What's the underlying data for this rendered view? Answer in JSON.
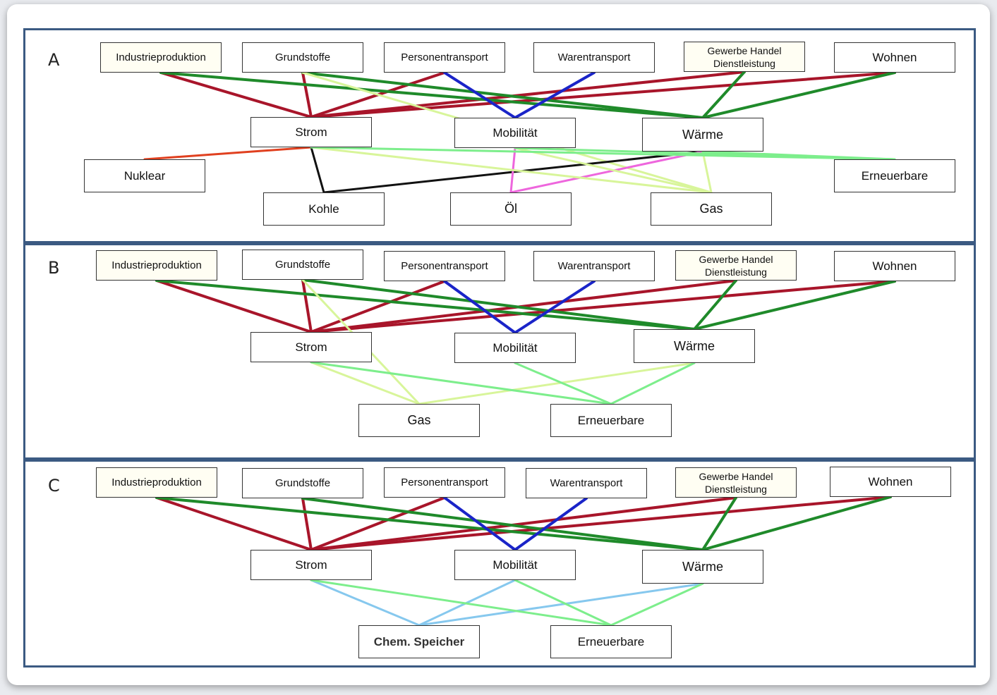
{
  "panels": [
    {
      "id": "A",
      "label": "A",
      "nodes": {
        "industrie": "Industrieproduktion",
        "grundstoffe": "Grundstoffe",
        "personen": "Personentransport",
        "waren": "Warentransport",
        "gewerbe": "Gewerbe  Handel\nDienstleistung",
        "wohnen": "Wohnen",
        "strom": "Strom",
        "mobilitaet": "Mobilität",
        "waerme": "Wärme",
        "nuklear": "Nuklear",
        "erneuerbare": "Erneuerbare",
        "kohle": "Kohle",
        "oel": "Öl",
        "gas": "Gas"
      }
    },
    {
      "id": "B",
      "label": "B",
      "nodes": {
        "industrie": "Industrieproduktion",
        "grundstoffe": "Grundstoffe",
        "personen": "Personentransport",
        "waren": "Warentransport",
        "gewerbe": "Gewerbe  Handel\nDienstleistung",
        "wohnen": "Wohnen",
        "strom": "Strom",
        "mobilitaet": "Mobilität",
        "waerme": "Wärme",
        "gas": "Gas",
        "erneuerbare": "Erneuerbare"
      }
    },
    {
      "id": "C",
      "label": "C",
      "nodes": {
        "industrie": "Industrieproduktion",
        "grundstoffe": "Grundstoffe",
        "personen": "Personentransport",
        "waren": "Warentransport",
        "gewerbe": "Gewerbe  Handel\nDienstleistung",
        "wohnen": "Wohnen",
        "strom": "Strom",
        "mobilitaet": "Mobilität",
        "waerme": "Wärme",
        "chem": "Chem. Speicher",
        "erneuerbare": "Erneuerbare"
      }
    }
  ],
  "colors": {
    "electricity": "#a8152a",
    "heat": "#1f8a2a",
    "mobility": "#1a24c8",
    "nuclear": "#e0401f",
    "coal": "#111111",
    "oil": "#ee66dd",
    "gas": "#d8f59a",
    "renewables": "#7dee8c",
    "chemical_storage": "#86c8ee",
    "panel_border": "#3b5a82"
  },
  "edges": {
    "A": [
      [
        "industrie",
        "strom",
        "electricity"
      ],
      [
        "grundstoffe",
        "strom",
        "electricity"
      ],
      [
        "personen",
        "strom",
        "electricity"
      ],
      [
        "gewerbe",
        "strom",
        "electricity"
      ],
      [
        "wohnen",
        "strom",
        "electricity"
      ],
      [
        "industrie",
        "waerme",
        "heat"
      ],
      [
        "grundstoffe",
        "waerme",
        "heat"
      ],
      [
        "gewerbe",
        "waerme",
        "heat"
      ],
      [
        "wohnen",
        "waerme",
        "heat"
      ],
      [
        "personen",
        "mobilitaet",
        "mobility"
      ],
      [
        "waren",
        "mobilitaet",
        "mobility"
      ],
      [
        "grundstoffe",
        "gas",
        "gas"
      ],
      [
        "strom",
        "nuklear",
        "nuclear"
      ],
      [
        "strom",
        "kohle",
        "coal"
      ],
      [
        "waerme",
        "kohle",
        "coal"
      ],
      [
        "mobilitaet",
        "oel",
        "oil"
      ],
      [
        "waerme",
        "oel",
        "oil"
      ],
      [
        "strom",
        "gas",
        "gas"
      ],
      [
        "mobilitaet",
        "gas",
        "gas"
      ],
      [
        "waerme",
        "gas",
        "gas"
      ],
      [
        "strom",
        "erneuerbare",
        "renewables"
      ],
      [
        "mobilitaet",
        "erneuerbare",
        "renewables"
      ],
      [
        "waerme",
        "erneuerbare",
        "renewables"
      ]
    ],
    "B": [
      [
        "industrie",
        "strom",
        "electricity"
      ],
      [
        "grundstoffe",
        "strom",
        "electricity"
      ],
      [
        "personen",
        "strom",
        "electricity"
      ],
      [
        "gewerbe",
        "strom",
        "electricity"
      ],
      [
        "wohnen",
        "strom",
        "electricity"
      ],
      [
        "industrie",
        "waerme",
        "heat"
      ],
      [
        "grundstoffe",
        "waerme",
        "heat"
      ],
      [
        "gewerbe",
        "waerme",
        "heat"
      ],
      [
        "wohnen",
        "waerme",
        "heat"
      ],
      [
        "personen",
        "mobilitaet",
        "mobility"
      ],
      [
        "waren",
        "mobilitaet",
        "mobility"
      ],
      [
        "grundstoffe",
        "gas",
        "gas"
      ],
      [
        "strom",
        "gas",
        "gas"
      ],
      [
        "waerme",
        "gas",
        "gas"
      ],
      [
        "strom",
        "erneuerbare",
        "renewables"
      ],
      [
        "mobilitaet",
        "erneuerbare",
        "renewables"
      ],
      [
        "waerme",
        "erneuerbare",
        "renewables"
      ]
    ],
    "C": [
      [
        "industrie",
        "strom",
        "electricity"
      ],
      [
        "grundstoffe",
        "strom",
        "electricity"
      ],
      [
        "personen",
        "strom",
        "electricity"
      ],
      [
        "gewerbe",
        "strom",
        "electricity"
      ],
      [
        "wohnen",
        "strom",
        "electricity"
      ],
      [
        "industrie",
        "waerme",
        "heat"
      ],
      [
        "grundstoffe",
        "waerme",
        "heat"
      ],
      [
        "gewerbe",
        "waerme",
        "heat"
      ],
      [
        "wohnen",
        "waerme",
        "heat"
      ],
      [
        "personen",
        "mobilitaet",
        "mobility"
      ],
      [
        "waren",
        "mobilitaet",
        "mobility"
      ],
      [
        "strom",
        "chem",
        "chemical_storage"
      ],
      [
        "mobilitaet",
        "chem",
        "chemical_storage"
      ],
      [
        "waerme",
        "chem",
        "chemical_storage"
      ],
      [
        "strom",
        "erneuerbare",
        "renewables"
      ],
      [
        "mobilitaet",
        "erneuerbare",
        "renewables"
      ],
      [
        "waerme",
        "erneuerbare",
        "renewables"
      ]
    ]
  }
}
